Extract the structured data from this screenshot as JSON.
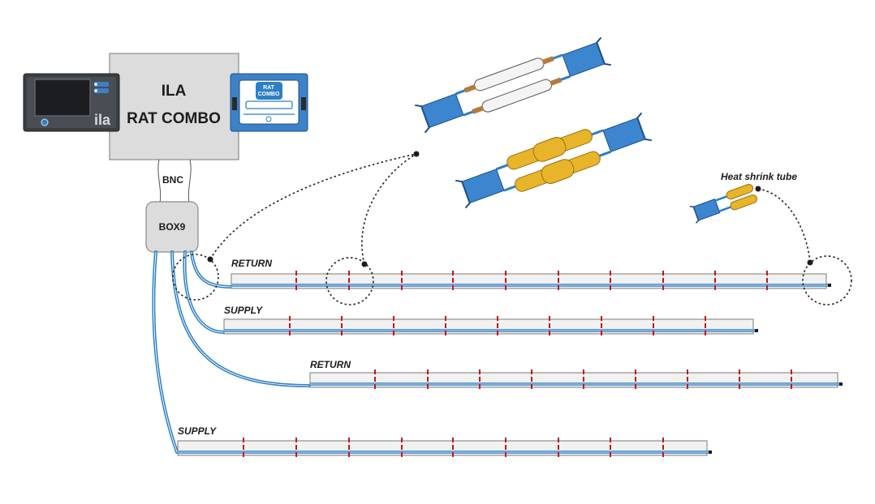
{
  "main_unit": {
    "line1": "ILA",
    "line2": "RAT COMBO"
  },
  "cable_label": "BNC",
  "junction_box": "BOX9",
  "logger_brand": "ila",
  "rat_panel_text": {
    "top": "RAT",
    "bottom": "COMBO"
  },
  "pipes": [
    {
      "label": "RETURN"
    },
    {
      "label": "SUPPLY"
    },
    {
      "label": "RETURN"
    },
    {
      "label": "SUPPLY"
    }
  ],
  "annotation": "Heat shrink tube",
  "colors": {
    "cable_blue": "#2d7fc4",
    "marker_red": "#c01818",
    "heat_shrink_yellow": "#e8b42a",
    "unit_gray": "#dcdcdc"
  }
}
